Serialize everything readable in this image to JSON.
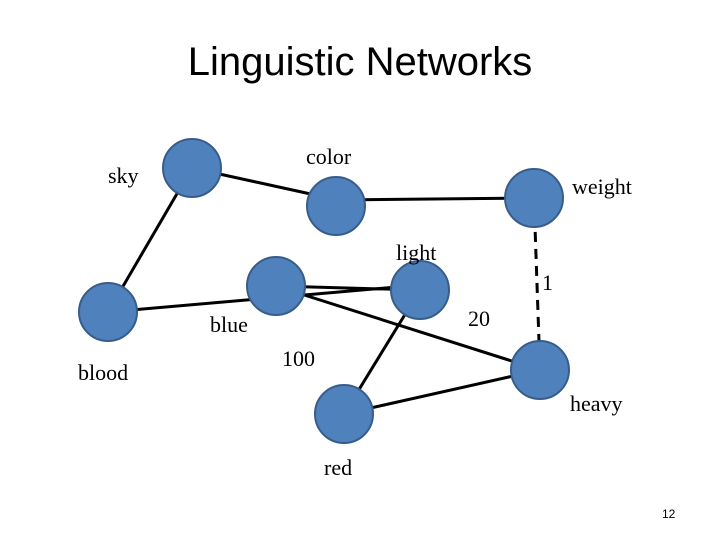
{
  "title": "Linguistic Networks",
  "page_number": "12",
  "nodes": {
    "sky": "sky",
    "color": "color",
    "weight": "weight",
    "light": "light",
    "blood": "blood",
    "blue": "blue",
    "heavy": "heavy",
    "red": "red"
  },
  "edge_weights": {
    "light_heavy": "1",
    "blue_heavy": "20",
    "blue_red": "100"
  },
  "colors": {
    "node_fill": "#4f81bd",
    "node_stroke": "#385d8a",
    "edge": "#000000"
  }
}
